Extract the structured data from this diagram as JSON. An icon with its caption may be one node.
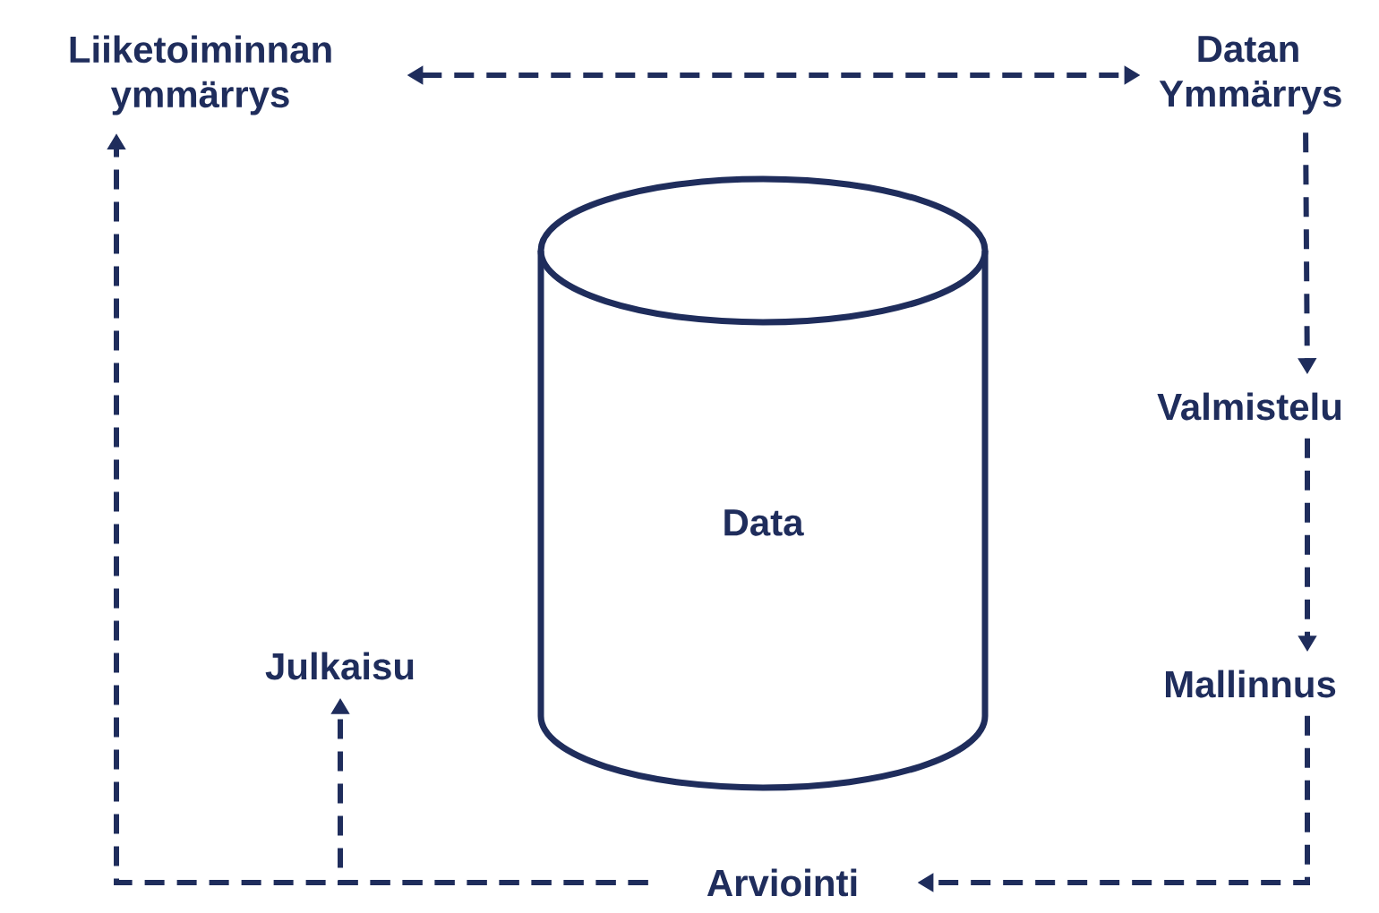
{
  "diagram": {
    "nodes": [
      {
        "text": [
          "Liiketoiminnan ymmärrys"
        ]
      },
      {
        "text": [
          "Datan Ymmärrys"
        ]
      },
      {
        "text": [
          "Data"
        ]
      },
      {
        "text": [
          "Valmistelu"
        ]
      },
      {
        "text": [
          "Mallinnus"
        ]
      },
      {
        "text": [
          "Julkaisu"
        ]
      },
      {
        "text": [
          "Arviointi"
        ]
      }
    ],
    "edges": [
      {
        "from": 0,
        "to": 1,
        "arrow": "both",
        "style": "dashed"
      },
      {
        "from": 1,
        "to": 3,
        "arrow": "to",
        "style": "dashed"
      },
      {
        "from": 3,
        "to": 4,
        "arrow": "to",
        "style": "dashed"
      },
      {
        "from": 4,
        "to": 6,
        "arrow": "to",
        "style": "dashed"
      },
      {
        "from": 6,
        "to": 0,
        "arrow": "to",
        "style": "dashed"
      },
      {
        "from": 6,
        "to": 5,
        "arrow": "to",
        "style": "dashed"
      }
    ]
  }
}
